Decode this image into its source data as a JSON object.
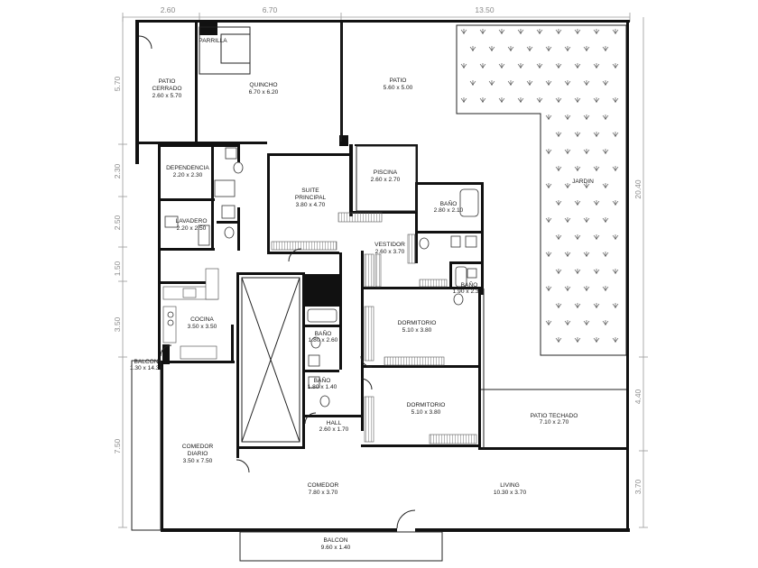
{
  "dimensions": {
    "top": [
      "2.60",
      "6.70",
      "13.50"
    ],
    "left": [
      "5.70",
      "2.30",
      "2.50",
      "1.50",
      "3.50",
      "7.50"
    ],
    "right": [
      "20.40",
      "4.40",
      "3.70"
    ]
  },
  "rooms": {
    "patio_cerrado": {
      "name1": "PATIO",
      "name2": "CERRADO",
      "size": "2.60 x 5.70"
    },
    "parrilla": {
      "name": "PARRILLA"
    },
    "quincho": {
      "name": "QUINCHO",
      "size": "6.70 x 6.20"
    },
    "patio": {
      "name": "PATIO",
      "size": "5.60 x 5.00"
    },
    "jardin": {
      "name": "JARDIN"
    },
    "dependencia": {
      "name": "DEPENDENCIA",
      "size": "2.20 x 2.30"
    },
    "lavadero": {
      "name": "LAVADERO",
      "size": "2.20 x 2.50"
    },
    "suite": {
      "name1": "SUITE",
      "name2": "PRINCIPAL",
      "size": "3.80 x 4.70"
    },
    "piscina": {
      "name": "PISCINA",
      "size": "2.60 x 2.70"
    },
    "bano_suite": {
      "name": "BAÑO",
      "size": "2.80 x 2.10"
    },
    "vestidor": {
      "name": "VESTIDOR",
      "size": "2.60 x 3.70"
    },
    "bano_2": {
      "name": "BAÑO",
      "size": "1.90 x 2.30"
    },
    "cocina": {
      "name": "COCINA",
      "size": "3.50 x 3.50"
    },
    "bano_3": {
      "name": "BAÑO",
      "size": "1.80 x 2.60"
    },
    "bano_4": {
      "name": "BAÑO",
      "size": "1.80 x 1.40"
    },
    "dormitorio_1": {
      "name": "DORMITORIO",
      "size": "5.10 x 3.80"
    },
    "dormitorio_2": {
      "name": "DORMITORIO",
      "size": "5.10 x 3.80"
    },
    "balcon_side": {
      "name": "BALCON",
      "size": "1.30 x 14.30"
    },
    "hall": {
      "name": "HALL",
      "size": "2.60 x 1.70"
    },
    "patio_techado": {
      "name": "PATIO TECHADO",
      "size": "7.10 x 2.70"
    },
    "comedor_diario": {
      "name1": "COMEDOR",
      "name2": "DIARIO",
      "size": "3.50 x 7.50"
    },
    "comedor": {
      "name": "COMEDOR",
      "size": "7.80 x 3.70"
    },
    "living": {
      "name": "LIVING",
      "size": "10.30 x 3.70"
    },
    "balcon_bottom": {
      "name": "BALCON",
      "size": "9.60 x 1.40"
    }
  },
  "colors": {
    "wall": "#111111",
    "dimension": "#8a8a8a",
    "garden_plant": "#333333"
  }
}
